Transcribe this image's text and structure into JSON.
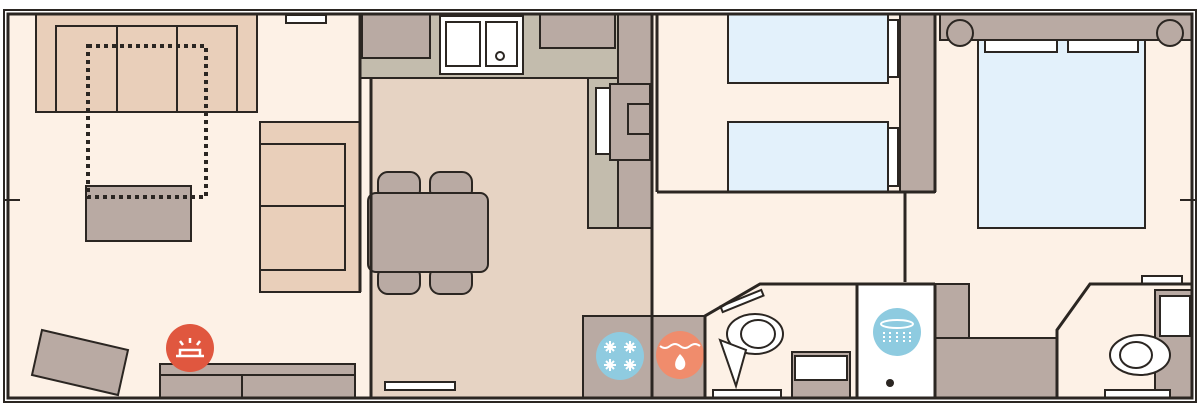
{
  "plan": {
    "rooms": [
      "living-room",
      "kitchen-dining",
      "twin-bedroom",
      "hallway",
      "bathroom",
      "shower-room",
      "master-bedroom",
      "ensuite"
    ],
    "colors": {
      "floor": "#fdf1e6",
      "kitchen_floor": "#e6d3c3",
      "furniture": "#b9aaa3",
      "sofa": "#e9cfba",
      "counter": "#c3bcad",
      "bed": "#e3f1fb",
      "outline": "#2b2622",
      "fire": "#e0573f",
      "hot_water": "#f08c6c",
      "freezer": "#8fcbe0",
      "shower": "#8ecbe0"
    },
    "icons": [
      "fire-icon",
      "freezer-icon",
      "hot-water-icon",
      "shower-icon"
    ]
  }
}
